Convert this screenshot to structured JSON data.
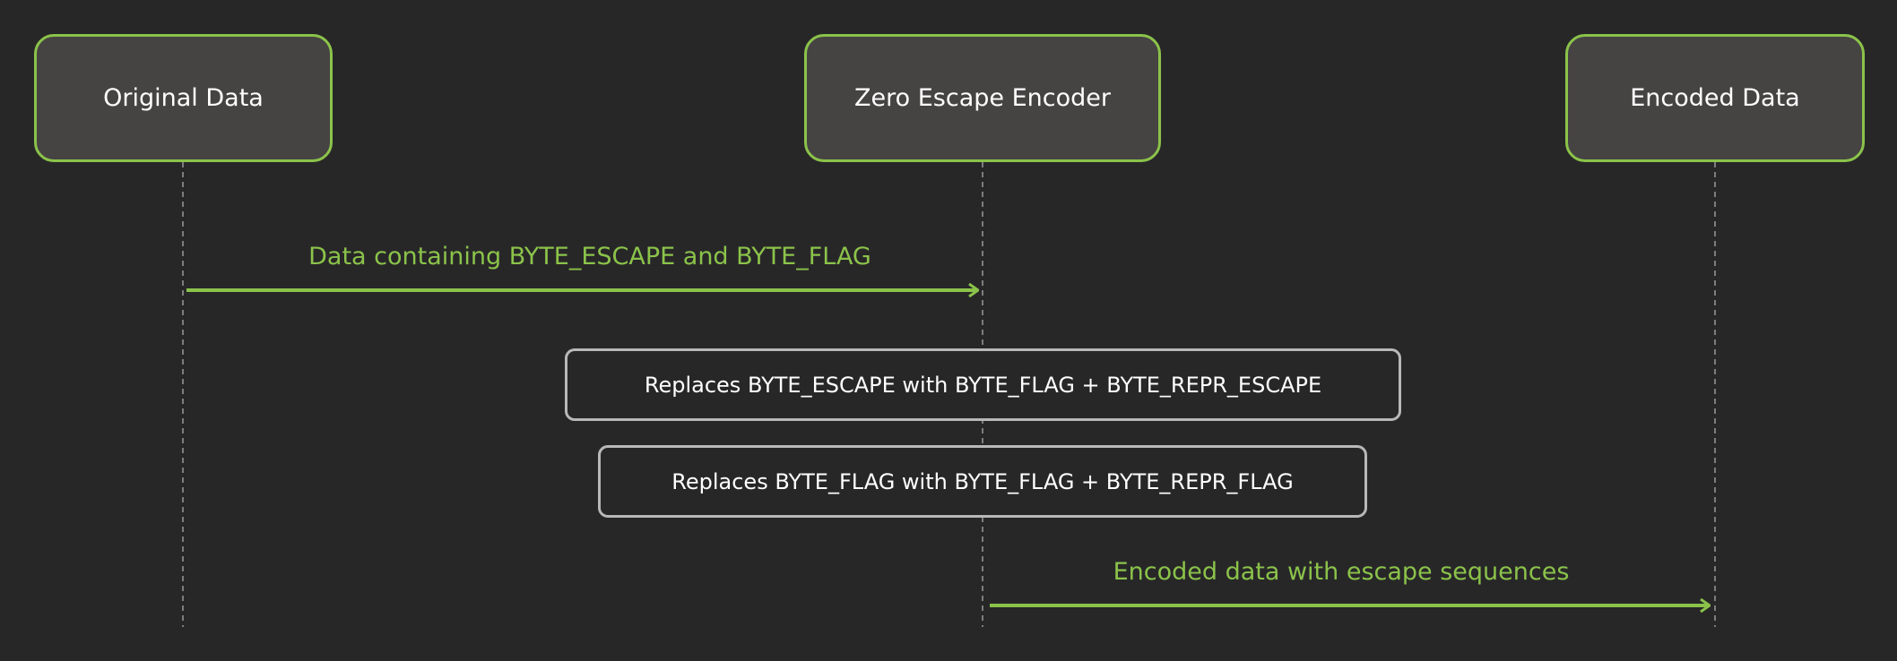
{
  "colors": {
    "background": "#282728",
    "accent": "#8bc34a",
    "actor_fill": "#464343",
    "note_border": "#b8b8b8",
    "lifeline": "#9a9a9a"
  },
  "participants": [
    {
      "label": "Original Data"
    },
    {
      "label": "Zero Escape Encoder"
    },
    {
      "label": "Encoded Data"
    }
  ],
  "messages": [
    {
      "label": "Data containing BYTE_ESCAPE and BYTE_FLAG"
    },
    {
      "label": "Encoded data with escape sequences"
    }
  ],
  "notes": [
    {
      "label": "Replaces BYTE_ESCAPE with BYTE_FLAG + BYTE_REPR_ESCAPE"
    },
    {
      "label": "Replaces BYTE_FLAG with BYTE_FLAG + BYTE_REPR_FLAG"
    }
  ]
}
